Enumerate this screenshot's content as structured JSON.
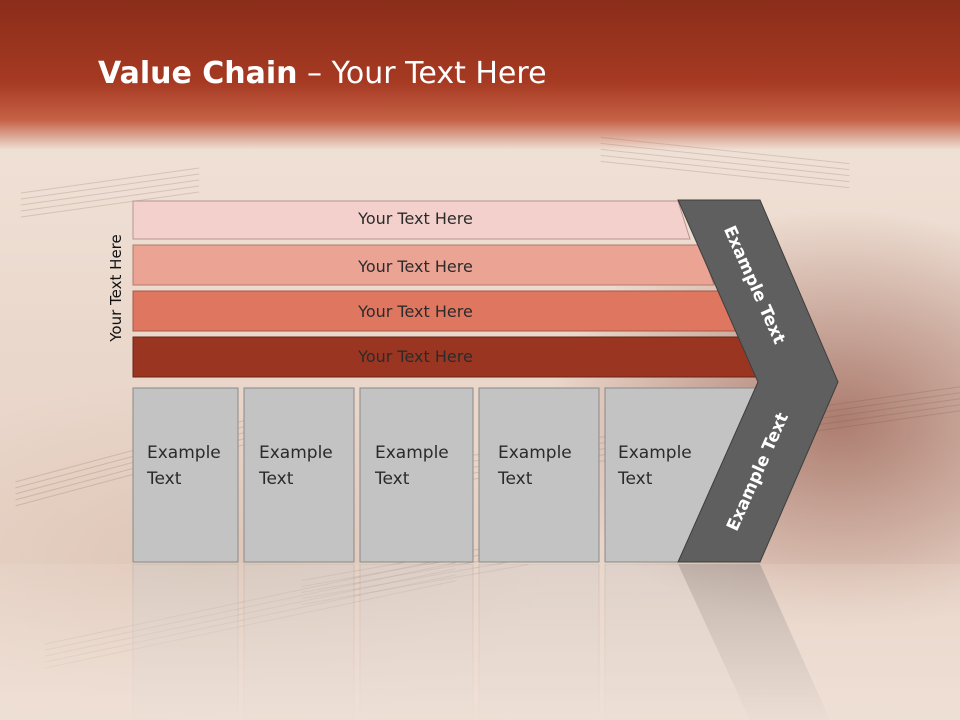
{
  "title": {
    "bold": "Value Chain",
    "rest": " – Your Text Here"
  },
  "side_label": "Your Text Here",
  "bars": [
    {
      "label": "Your Text Here",
      "color": "#f3d0cb"
    },
    {
      "label": "Your Text Here",
      "color": "#eba394"
    },
    {
      "label": "Your Text Here",
      "color": "#df7660"
    },
    {
      "label": "Your Text Here",
      "color": "#9a3522"
    }
  ],
  "boxes": [
    {
      "label": "Example Text"
    },
    {
      "label": "Example Text"
    },
    {
      "label": "Example Text"
    },
    {
      "label": "Example Text"
    },
    {
      "label": "Example Text"
    }
  ],
  "chevron": {
    "top_label": "Example Text",
    "bottom_label": "Example Text",
    "color": "#5f5f5f"
  },
  "colors": {
    "header": "#a63a22",
    "box_fill": "#c3c3c3",
    "box_border": "#8a8a8a"
  }
}
